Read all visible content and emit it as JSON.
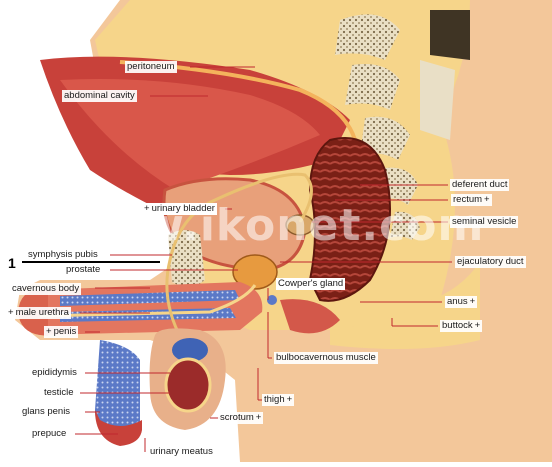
{
  "watermark": "www.ikonet.com",
  "number_marker": "1",
  "labels": {
    "peritoneum": "peritoneum",
    "abdominal_cavity": "abdominal cavity",
    "deferent_duct": "deferent duct",
    "urinary_bladder": "urinary bladder",
    "rectum": "rectum",
    "seminal_vesicle": "seminal vesicle",
    "symphysis_pubis": "symphysis pubis",
    "prostate": "prostate",
    "ejaculatory_duct": "ejaculatory duct",
    "cavernous_body": "cavernous body",
    "cowpers_gland": "Cowper's gland",
    "anus": "anus",
    "male_urethra": "male urethra",
    "buttock": "buttock",
    "penis": "penis",
    "bulbocavernous_muscle": "bulbocavernous muscle",
    "epididymis": "epididymis",
    "testicle": "testicle",
    "thigh": "thigh",
    "glans_penis": "glans penis",
    "scrotum": "scrotum",
    "prepuce": "prepuce",
    "urinary_meatus": "urinary meatus"
  },
  "plus_sign": "+",
  "colors": {
    "leader": "#c0282d",
    "muscle": "#c8413a",
    "muscle_light": "#e07a68",
    "fat": "#f6d58a",
    "skin": "#f3c79a",
    "bone": "#e9dfc6",
    "bone_dark": "#6b5a3c",
    "rectum": "#8d2a1f",
    "blue": "#3a56a8"
  }
}
